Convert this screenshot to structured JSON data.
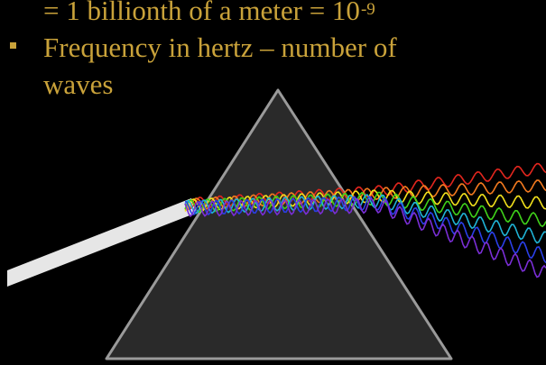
{
  "slide": {
    "line1_prefix": "= 1 billionth of a meter = 10",
    "line1_exponent": "-9",
    "bullet_text_line1": "Frequency in hertz – number of",
    "bullet_text_line2": "waves"
  },
  "colors": {
    "background": "#000000",
    "text": "#c9a23a",
    "prism_fill": "#2a2a2a",
    "prism_edge": "#9a9a9a",
    "beam": "#e6e6e6",
    "spectrum": [
      "#e3261e",
      "#f47a1f",
      "#f2e11c",
      "#3fd11a",
      "#1fb3d6",
      "#2a3fe8",
      "#7a2ed6"
    ]
  },
  "icons": {
    "bullet": "square-bullet-icon",
    "prism": "triangular-prism-illustration"
  }
}
